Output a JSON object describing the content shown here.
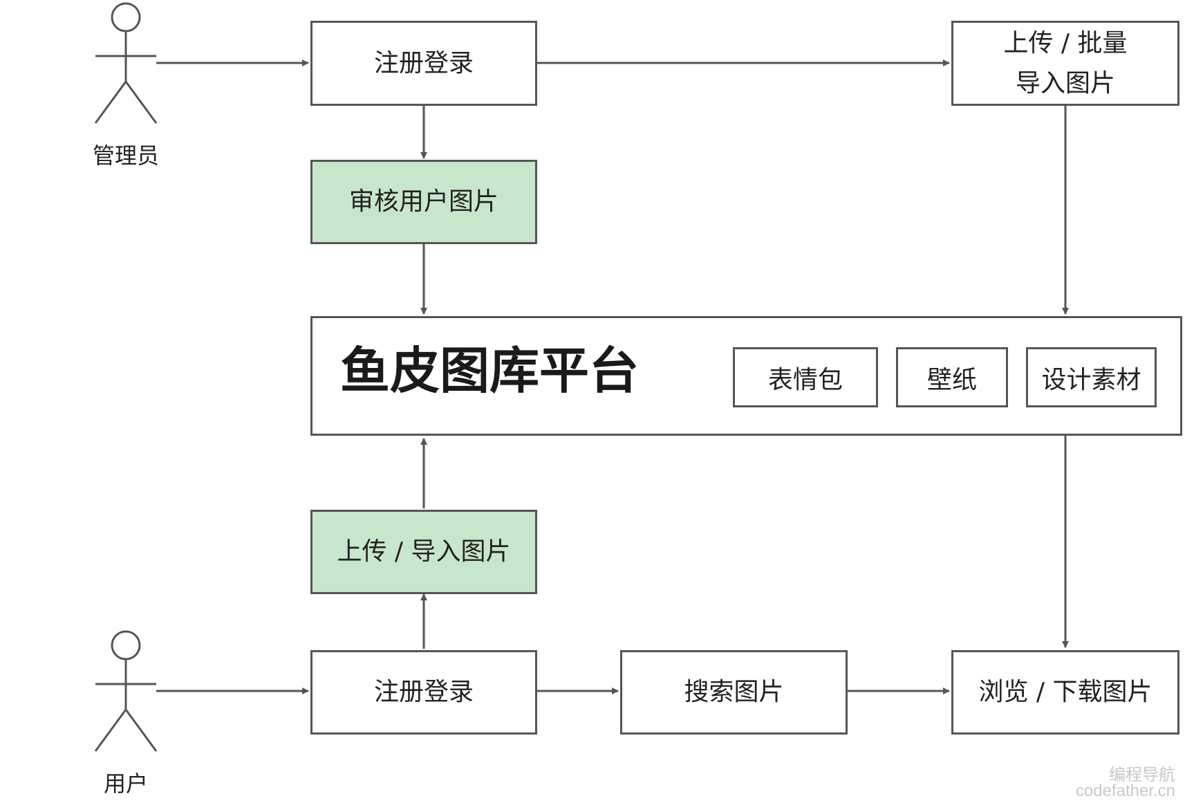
{
  "actors": {
    "admin": {
      "label": "管理员"
    },
    "user": {
      "label": "用户"
    }
  },
  "nodes": {
    "admin_register": "注册登录",
    "admin_review": "审核用户图片",
    "admin_upload_line1": "上传 / 批量",
    "admin_upload_line2": "导入图片",
    "user_register": "注册登录",
    "user_upload": "上传 / 导入图片",
    "user_search": "搜索图片",
    "user_browse": "浏览 / 下载图片"
  },
  "platform": {
    "title": "鱼皮图库平台",
    "tags": [
      "表情包",
      "壁纸",
      "设计素材"
    ]
  },
  "colors": {
    "stroke": "#555555",
    "highlight": "#c8e6cc",
    "text": "#222222"
  },
  "watermark": {
    "line1": "编程导航",
    "line2": "codefather.cn"
  }
}
